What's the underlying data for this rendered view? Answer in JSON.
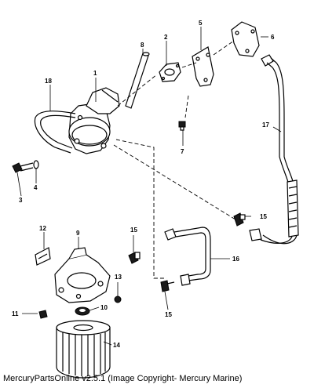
{
  "callouts": {
    "c1": "1",
    "c2": "2",
    "c3": "3",
    "c4": "4",
    "c5": "5",
    "c6": "6",
    "c7": "7",
    "c8": "8",
    "c9": "9",
    "c10": "10",
    "c11": "11",
    "c12": "12",
    "c13": "13",
    "c14": "14",
    "c15a": "15",
    "c15b": "15",
    "c15c": "15",
    "c16": "16",
    "c17": "17",
    "c18": "18"
  },
  "footer": "MercuryPartsOnline v2.5.1 (Image Copyright- Mercury Marine)"
}
